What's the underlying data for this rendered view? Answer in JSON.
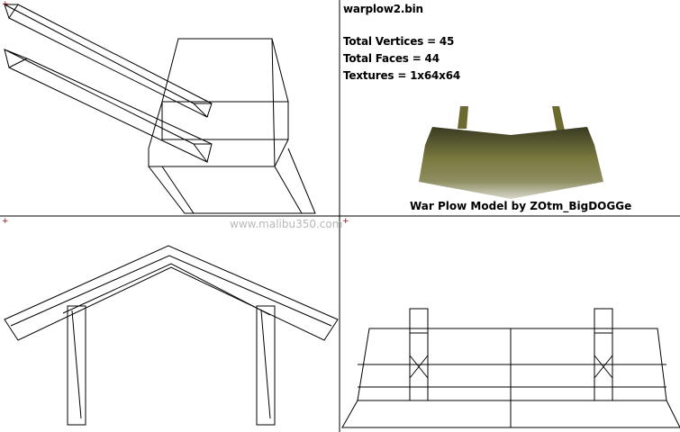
{
  "model": {
    "filename": "warplow2.bin",
    "vertices_label": "Total Vertices = 45",
    "faces_label": "Total Faces = 44",
    "textures_label": "Textures = 1x64x64",
    "caption": "War Plow Model by ZOtm_BigDOGGe"
  },
  "watermark": "www.malibu350.com",
  "origin_marker": "+",
  "colors": {
    "wire": "#000000",
    "marker": "#aa0000",
    "texture_dark": "#3a3a22",
    "texture_mid": "#7a7a40",
    "texture_light": "#d8d8cc"
  }
}
